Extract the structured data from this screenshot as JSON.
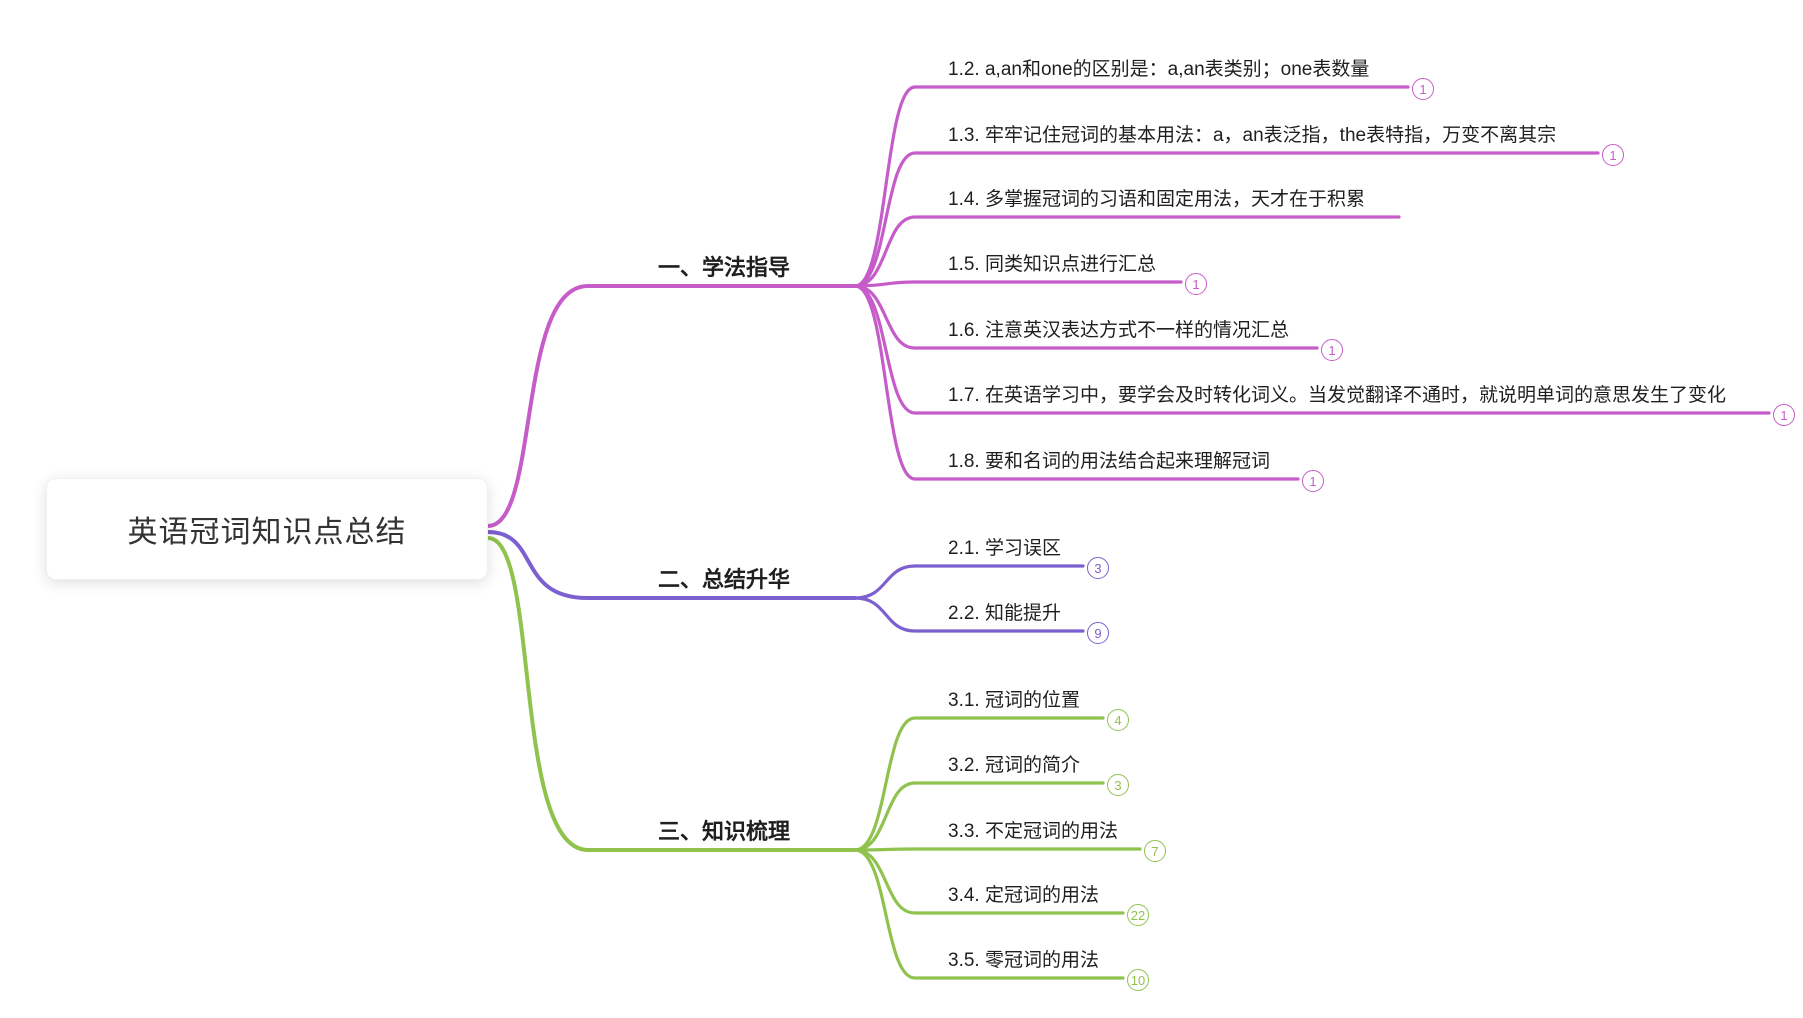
{
  "root": {
    "label": "英语冠词知识点总结"
  },
  "colors": {
    "branch1": "#C65CC9",
    "branch2": "#7D60D0",
    "branch3": "#90C24E",
    "text": "#1f1f1f",
    "badge_bg": "#ffffff"
  },
  "branches": [
    {
      "label": "一、学法指导",
      "color": "#C65CC9",
      "children": [
        {
          "label": "1.2. a,an和one的区别是：a,an表类别；one表数量",
          "badge": "1"
        },
        {
          "label": "1.3. 牢牢记住冠词的基本用法：a，an表泛指，the表特指，万变不离其宗",
          "badge": "1"
        },
        {
          "label": "1.4. 多掌握冠词的习语和固定用法，天才在于积累",
          "badge": ""
        },
        {
          "label": "1.5. 同类知识点进行汇总",
          "badge": "1"
        },
        {
          "label": "1.6. 注意英汉表达方式不一样的情况汇总",
          "badge": "1"
        },
        {
          "label": "1.7. 在英语学习中，要学会及时转化词义。当发觉翻译不通时，就说明单词的意思发生了变化",
          "badge": "1"
        },
        {
          "label": "1.8. 要和名词的用法结合起来理解冠词",
          "badge": "1"
        }
      ]
    },
    {
      "label": "二、总结升华",
      "color": "#7D60D0",
      "children": [
        {
          "label": "2.1. 学习误区",
          "badge": "3"
        },
        {
          "label": "2.2. 知能提升",
          "badge": "9"
        }
      ]
    },
    {
      "label": "三、知识梳理",
      "color": "#90C24E",
      "children": [
        {
          "label": "3.1. 冠词的位置",
          "badge": "4"
        },
        {
          "label": "3.2. 冠词的简介",
          "badge": "3"
        },
        {
          "label": "3.3. 不定冠词的用法",
          "badge": "7"
        },
        {
          "label": "3.4. 定冠词的用法",
          "badge": "22"
        },
        {
          "label": "3.5. 零冠词的用法",
          "badge": "10"
        }
      ]
    }
  ]
}
